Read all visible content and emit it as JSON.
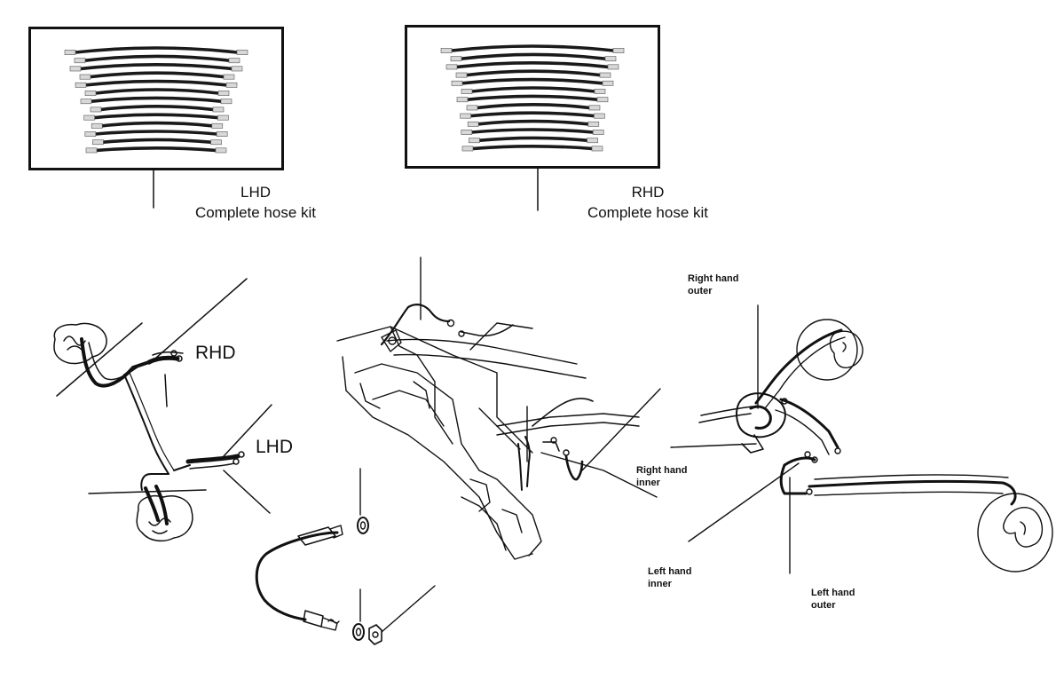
{
  "kits": [
    {
      "side": "LHD",
      "caption_line1": "LHD",
      "caption_line2": "Complete hose kit"
    },
    {
      "side": "RHD",
      "caption_line1": "RHD",
      "caption_line2": "Complete hose kit"
    }
  ],
  "left_diagram": {
    "rhd_label": "RHD",
    "lhd_label": "LHD"
  },
  "right_diagram": {
    "labels": [
      {
        "line1": "Right hand",
        "line2": "outer"
      },
      {
        "line1": "Right hand",
        "line2": "inner"
      },
      {
        "line1": "Left hand",
        "line2": "inner"
      },
      {
        "line1": "Left hand",
        "line2": "outer"
      }
    ]
  }
}
